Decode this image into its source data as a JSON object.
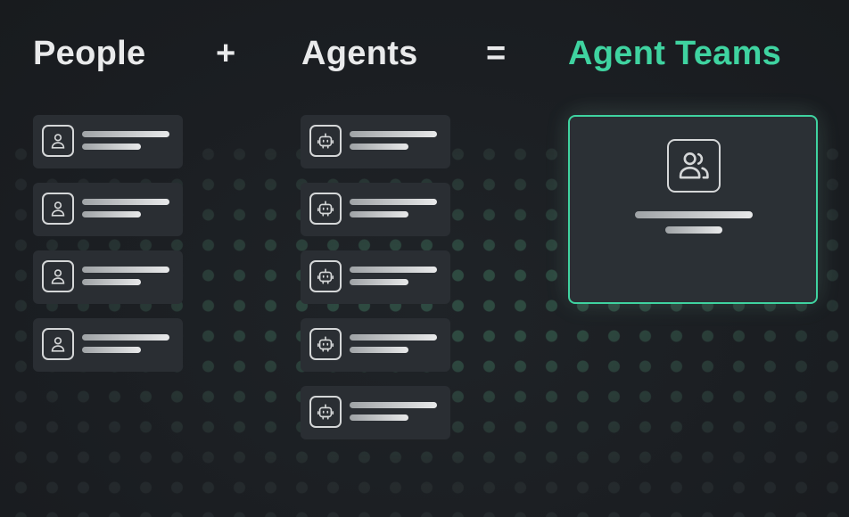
{
  "headings": {
    "people": "People",
    "plus": "+",
    "agents": "Agents",
    "equals": "=",
    "agent_teams": "Agent Teams"
  },
  "colors": {
    "background": "#1b1e22",
    "card": "#2a2e33",
    "accent": "#3fd3a0",
    "text": "#e9eaeb"
  },
  "people_cards": [
    {
      "icon": "person-icon"
    },
    {
      "icon": "person-icon"
    },
    {
      "icon": "person-icon"
    },
    {
      "icon": "person-icon"
    }
  ],
  "agent_cards": [
    {
      "icon": "robot-icon"
    },
    {
      "icon": "robot-icon"
    },
    {
      "icon": "robot-icon"
    },
    {
      "icon": "robot-icon"
    },
    {
      "icon": "robot-icon"
    }
  ],
  "team_card": {
    "icon": "team-icon"
  }
}
